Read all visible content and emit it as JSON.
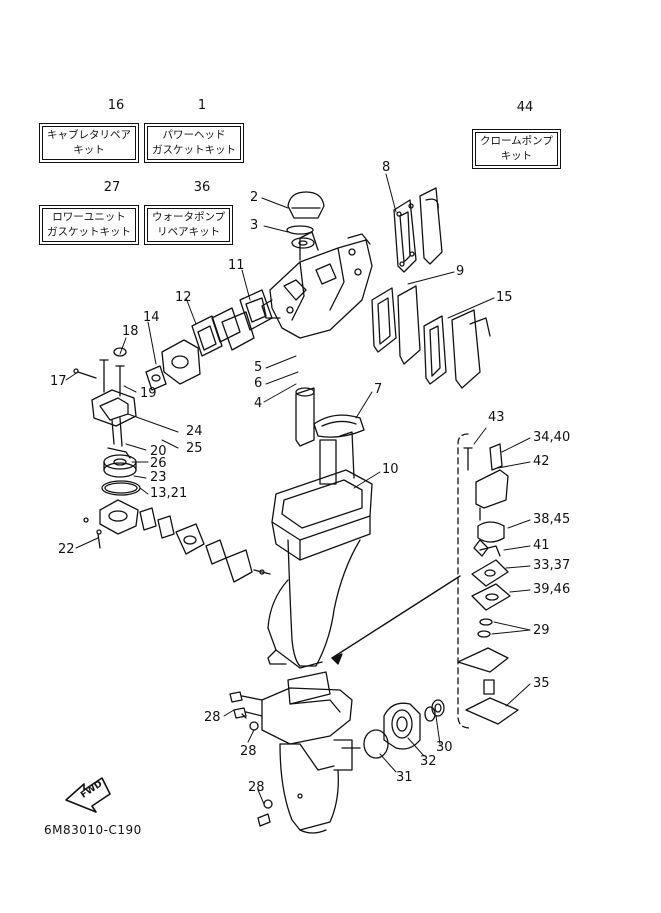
{
  "kits": [
    {
      "num": "16",
      "line1": "キャブレタリペア",
      "line2": "キット"
    },
    {
      "num": "1",
      "line1": "パワーヘッド",
      "line2": "ガスケットキット"
    },
    {
      "num": "44",
      "line1": "クロームポンプ",
      "line2": "キット"
    },
    {
      "num": "27",
      "line1": "ロワーユニット",
      "line2": "ガスケットキット"
    },
    {
      "num": "36",
      "line1": "ウォータポンプ",
      "line2": "リペアキット"
    }
  ],
  "callouts": {
    "c2": "2",
    "c3": "3",
    "c8": "8",
    "c11": "11",
    "c9": "9",
    "c15": "15",
    "c12": "12",
    "c14": "14",
    "c18": "18",
    "c17": "17",
    "c19": "19",
    "c5": "5",
    "c6": "6",
    "c4": "4",
    "c7": "7",
    "c43": "43",
    "c3440": "34,40",
    "c42": "42",
    "c24": "24",
    "c20": "20",
    "c25": "25",
    "c26": "26",
    "c23": "23",
    "c10": "10",
    "c1321": "13,21",
    "c3845": "38,45",
    "c41": "41",
    "c22": "22",
    "c3337": "33,37",
    "c3946": "39,46",
    "c29": "29",
    "c35": "35",
    "c28a": "28",
    "c28b": "28",
    "c28c": "28",
    "c30": "30",
    "c32": "32",
    "c31": "31"
  },
  "fwd": "FWD",
  "drawing_code": "6M83010-C190"
}
